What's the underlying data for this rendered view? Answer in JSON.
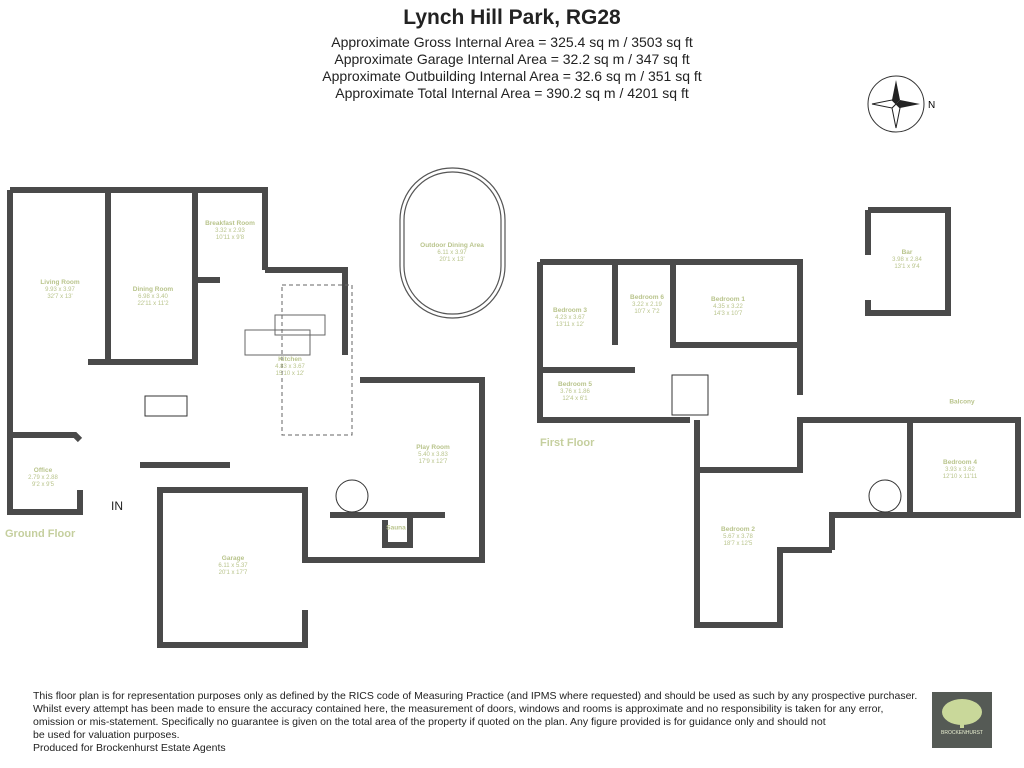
{
  "header": {
    "title": "Lynch Hill Park, RG28",
    "areas": [
      "Approximate Gross Internal Area = 325.4 sq m / 3503 sq ft",
      "Approximate Garage Internal Area = 32.2 sq m / 347 sq ft",
      "Approximate Outbuilding Internal Area = 32.6 sq m / 351 sq ft",
      "Approximate Total Internal Area = 390.2 sq m / 4201 sq ft"
    ]
  },
  "compass": {
    "label": "N"
  },
  "floors": {
    "ground": "Ground Floor",
    "first": "First Floor",
    "entrance": "IN"
  },
  "rooms": [
    {
      "name": "Living Room",
      "metric": "9.93 x 3.97",
      "imperial": "32'7 x 13'"
    },
    {
      "name": "Dining Room",
      "metric": "6.98 x 3.40",
      "imperial": "22'11 x 11'2"
    },
    {
      "name": "Breakfast Room",
      "metric": "3.32 x 2.93",
      "imperial": "10'11 x 9'8"
    },
    {
      "name": "Kitchen",
      "metric": "4.83 x 3.67",
      "imperial": "15'10 x 12'"
    },
    {
      "name": "Outdoor Dining Area",
      "metric": "6.11 x 3.97",
      "imperial": "20'1 x 13'"
    },
    {
      "name": "Office",
      "metric": "2.79 x 2.88",
      "imperial": "9'2 x 9'5"
    },
    {
      "name": "Play Room",
      "metric": "5.40 x 3.83",
      "imperial": "17'9 x 12'7"
    },
    {
      "name": "Garage",
      "metric": "6.11 x 5.37",
      "imperial": "20'1 x 17'7"
    },
    {
      "name": "Sauna",
      "metric": "",
      "imperial": ""
    },
    {
      "name": "Bedroom 3",
      "metric": "4.23 x 3.67",
      "imperial": "13'11 x 12'"
    },
    {
      "name": "Bedroom 6",
      "metric": "3.22 x 2.19",
      "imperial": "10'7 x 7'2"
    },
    {
      "name": "Bedroom 1",
      "metric": "4.35 x 3.22",
      "imperial": "14'3 x 10'7"
    },
    {
      "name": "Bedroom 5",
      "metric": "3.76 x 1.86",
      "imperial": "12'4 x 6'1"
    },
    {
      "name": "Bar",
      "metric": "3.98 x 2.84",
      "imperial": "13'1 x 9'4"
    },
    {
      "name": "Balcony",
      "metric": "",
      "imperial": ""
    },
    {
      "name": "Bedroom 4",
      "metric": "3.93 x 3.62",
      "imperial": "12'10 x 11'11"
    },
    {
      "name": "Bedroom 2",
      "metric": "5.67 x 3.78",
      "imperial": "18'7 x 12'5"
    }
  ],
  "disclaimer": [
    "This floor plan is for representation purposes only as defined by the RICS code of Measuring Practice (and IPMS where requested) and should be used as such by any prospective purchaser.",
    "Whilst every attempt has been made to ensure the accuracy contained here, the measurement of doors, windows and rooms is approximate and no responsibility is taken for any error,",
    "omission or mis-statement. Specifically no guarantee is given on the total area of the property if quoted on the plan. Any figure provided is for guidance only and should not",
    "be used for valuation purposes.",
    "Produced for Brockenhurst Estate Agents"
  ],
  "logo": {
    "text": "BROCKENHURST"
  },
  "colors": {
    "wall": "#4a4a4a",
    "label": "#b9c48c"
  }
}
